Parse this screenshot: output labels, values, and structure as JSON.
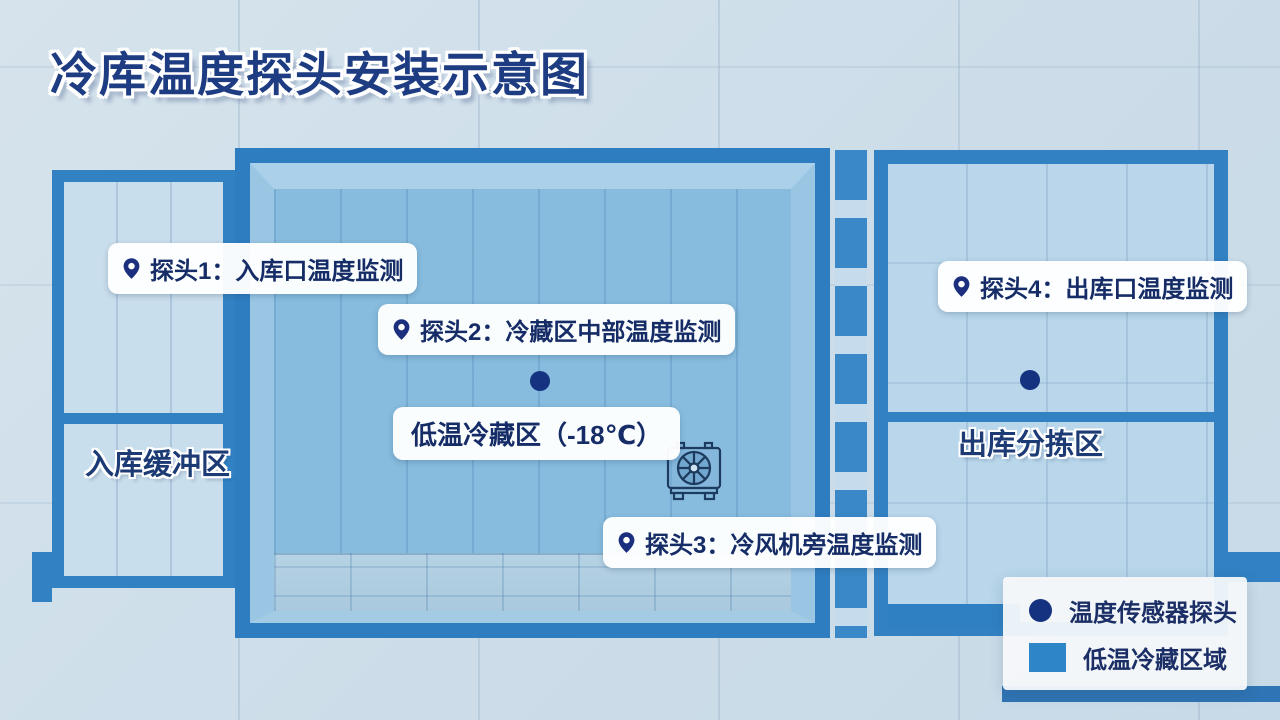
{
  "title": "冷库温度探头安装示意图",
  "areas": {
    "buffer_zone": "入库缓冲区",
    "cold_zone": "低温冷藏区（-18℃）",
    "sorting_zone": "出库分拣区"
  },
  "probes": [
    {
      "label": "探头1：入库口温度监测"
    },
    {
      "label": "探头2：冷藏区中部温度监测"
    },
    {
      "label": "探头3：冷风机旁温度监测"
    },
    {
      "label": "探头4：出库口温度监测"
    }
  ],
  "legend": {
    "sensor_label": "温度传感器探头",
    "zone_label": "低温冷藏区域"
  },
  "icons": {
    "probe_marker": "location-pin-icon",
    "cooler": "cooling-fan-icon"
  },
  "colors": {
    "frame_blue": "#3282c3",
    "cold_interior": "#87bcde",
    "buffer_interior": "#c9deec",
    "sorting_interior": "#b9d6ea",
    "navy_text": "#152c66",
    "sensor_dot": "#14327f",
    "legend_zone_swatch": "#2e86c8"
  }
}
